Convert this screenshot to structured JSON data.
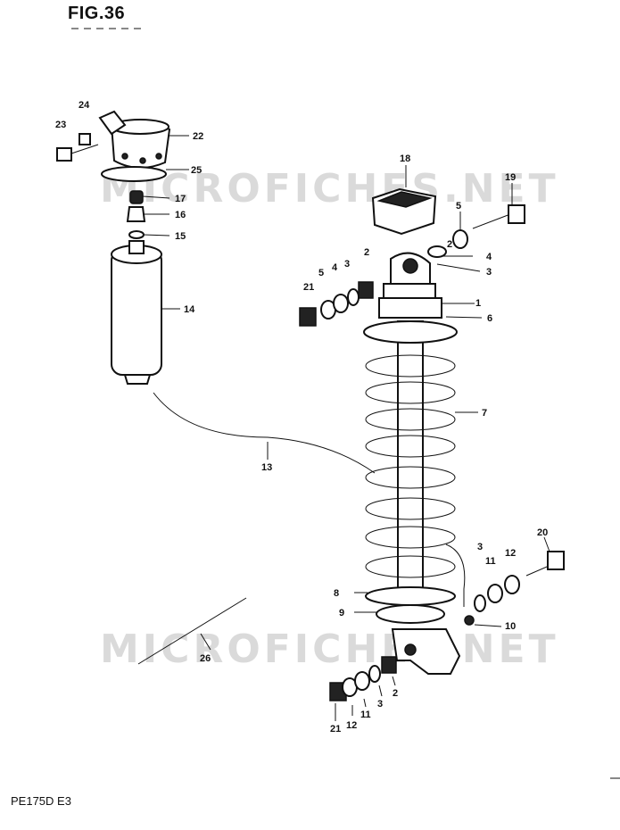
{
  "figure": {
    "title": "FIG.36",
    "footer": "PE175D E3",
    "watermark": "MICROFICHES.NET"
  },
  "callouts": [
    "1",
    "2",
    "2",
    "2",
    "3",
    "3",
    "3",
    "3",
    "4",
    "4",
    "5",
    "5",
    "6",
    "7",
    "8",
    "9",
    "10",
    "11",
    "11",
    "12",
    "12",
    "13",
    "14",
    "15",
    "16",
    "17",
    "18",
    "19",
    "20",
    "21",
    "21",
    "22",
    "23",
    "24",
    "25",
    "26"
  ]
}
